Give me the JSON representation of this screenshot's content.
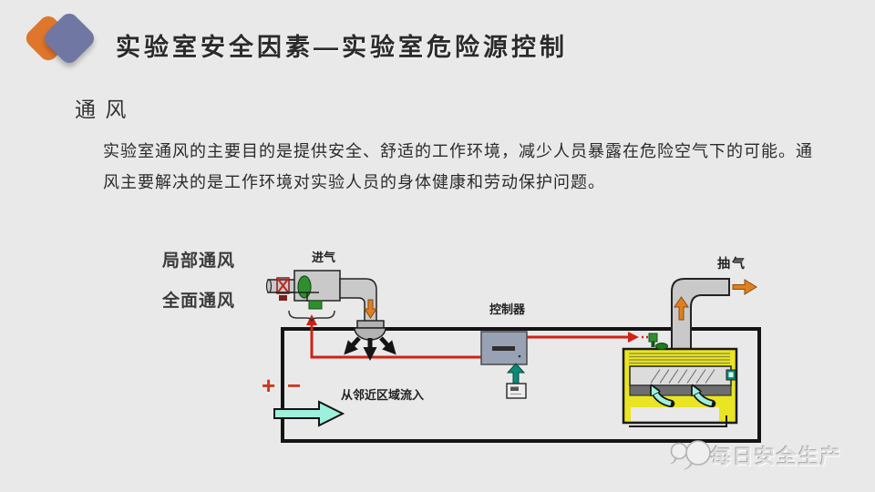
{
  "slide": {
    "title": "实验室安全因素—实验室危险源控制",
    "section_heading": "通 风",
    "paragraph_lines": [
      "实验室通风的主要目的是提供安全、舒适的工作环境，减少人员暴露在危险空气下的可能。通",
      "风主要解决的是工作环境对实验人员的身体健康和劳动保护问题。"
    ]
  },
  "diagram": {
    "labels": {
      "local_ventilation": "局部通风",
      "general_ventilation": "全面通风",
      "intake": "进气",
      "exhaust": "抽气",
      "controller": "控制器",
      "inflow_from_adjacent": "从邻近区域流入",
      "pressure_plus": "+",
      "pressure_minus": "−"
    },
    "colors": {
      "signal_red": "#cf2218",
      "duct_gray": "#c9c9c9",
      "hood_yellow": "#e9e424",
      "airflow_cyan": "#9ef0dc",
      "sensor_teal": "#0b8a77",
      "flow_orange": "#e07f20",
      "damper_green": "#2f8f2f",
      "wall_black": "#141414"
    }
  },
  "logo": {
    "back_color": "#e0762c",
    "front_color": "#6f77a2"
  },
  "watermark": {
    "text": "每日安全生产"
  }
}
